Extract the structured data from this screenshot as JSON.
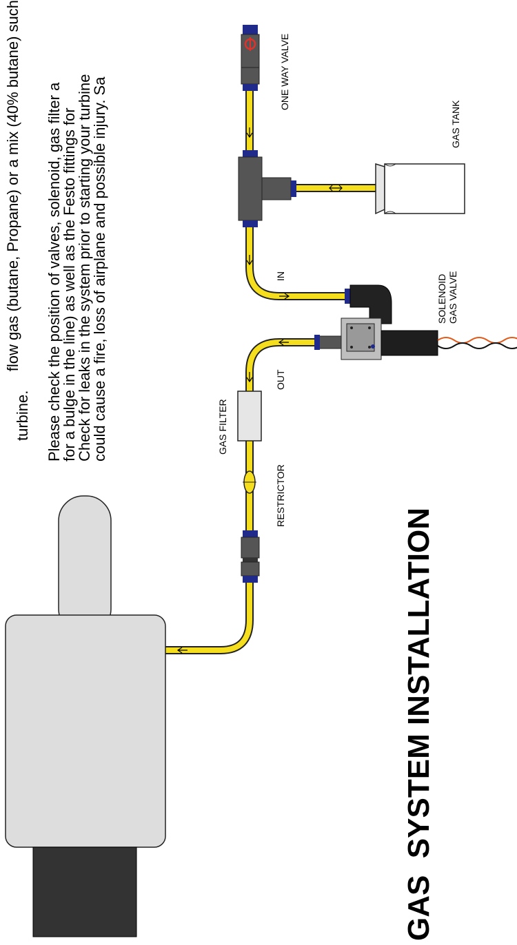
{
  "intro": {
    "line1": "flow gas (butane, Propane) or a mix (40% butane) such",
    "line2": "turbine."
  },
  "instructions": [
    "Please check the position of valves, solenoid, gas filter a",
    "for a bulge in the line) as well as the Festo fittings for",
    "Check for leaks in the system prior to starting your turbine",
    "could cause a fire, loss of airplane and possible injury. Sa"
  ],
  "labels": {
    "one_way_valve": "ONE WAY VALVE",
    "gas_tank": "GAS TANK",
    "in": "IN",
    "solenoid": "SOLENOID",
    "gas_valve": "GAS VALVE",
    "gas_filter": "GAS FILTER",
    "out": "OUT",
    "restrictor": "RESTRICTOR"
  },
  "title": "GAS  SYSTEM INSTALLATION",
  "colors": {
    "tube": "#f5de1e",
    "fitting": "#555555",
    "tank": "#e6e6e6",
    "turbine": "#dddddd",
    "nozzle": "#333333",
    "valve_mark": "#e0312b"
  }
}
